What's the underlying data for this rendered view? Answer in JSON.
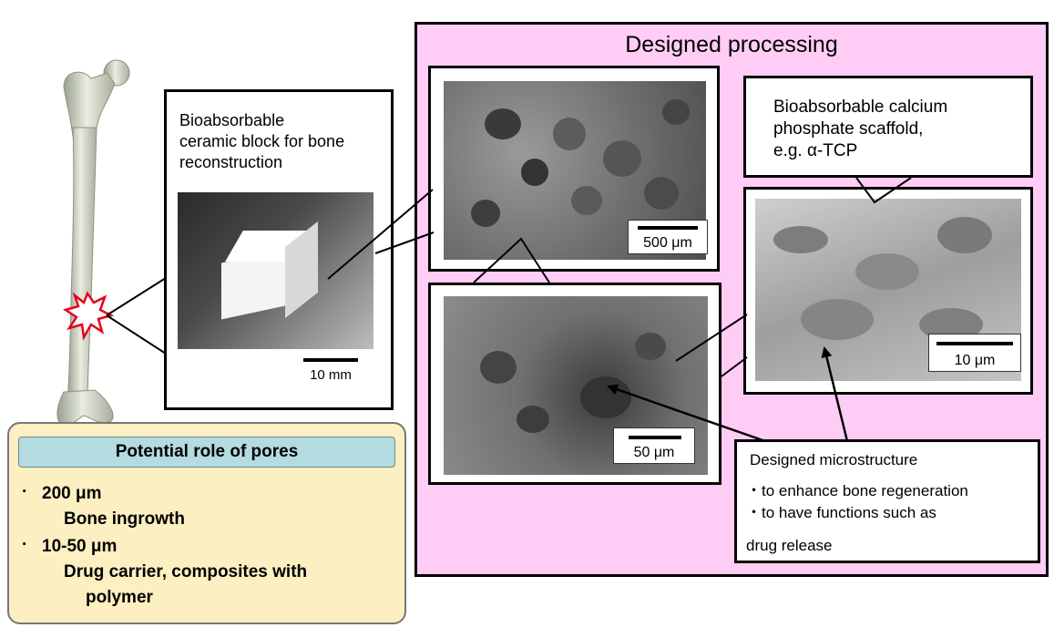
{
  "ceramic_callout": {
    "lines": [
      "Bioabsorbable",
      "ceramic block for bone",
      "reconstruction"
    ],
    "scale_label": "10 mm"
  },
  "designed_panel": {
    "title": "Designed processing",
    "sem_top_scale": "500 μm",
    "sem_bottom_scale": "50 μm"
  },
  "scaffold_callout": {
    "lines": [
      "Bioabsorbable calcium",
      "phosphate scaffold,",
      "e.g. α-TCP"
    ],
    "scale_label": "10 μm"
  },
  "microstructure_callout": {
    "title": "Designed microstructure",
    "bullets": [
      "・to enhance bone regeneration",
      "・to have functions such as"
    ],
    "continuation": "drug release"
  },
  "pores_box": {
    "heading": "Potential role of pores",
    "items": [
      {
        "bullet": "·",
        "size": "200 μm",
        "role_lines": [
          "Bone ingrowth"
        ]
      },
      {
        "bullet": "·",
        "size": "10-50 μm",
        "role_lines": [
          "Drug carrier, composites with",
          "polymer"
        ]
      }
    ]
  },
  "colors": {
    "pink_panel": "#ffccf5",
    "pores_box": "#fcefc2",
    "pores_heading": "#b3dbe0",
    "fracture_mark": "#e8001c"
  },
  "icons": [
    "femur-bone-illustration",
    "fracture-burst-icon",
    "ceramic-cube-photo",
    "sem-micrograph"
  ]
}
